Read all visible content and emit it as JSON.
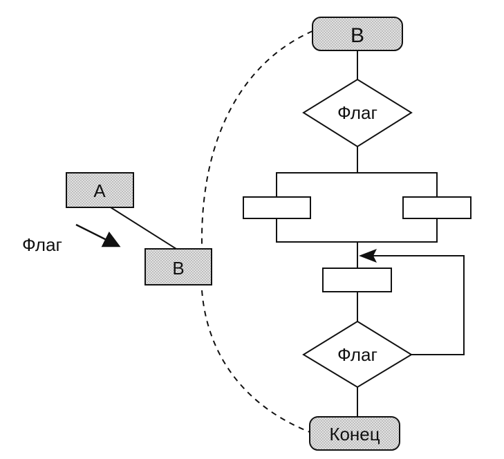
{
  "diagram": {
    "left": {
      "box_a": "A",
      "box_b": "B",
      "arrow_label": "Флаг"
    },
    "flowchart": {
      "start": "B",
      "decision_top": "Флаг",
      "decision_bottom": "Флаг",
      "end": "Конец"
    }
  },
  "colors": {
    "stroke": "#111111",
    "shaded_fill": "#d6d6d6",
    "background": "#ffffff"
  }
}
